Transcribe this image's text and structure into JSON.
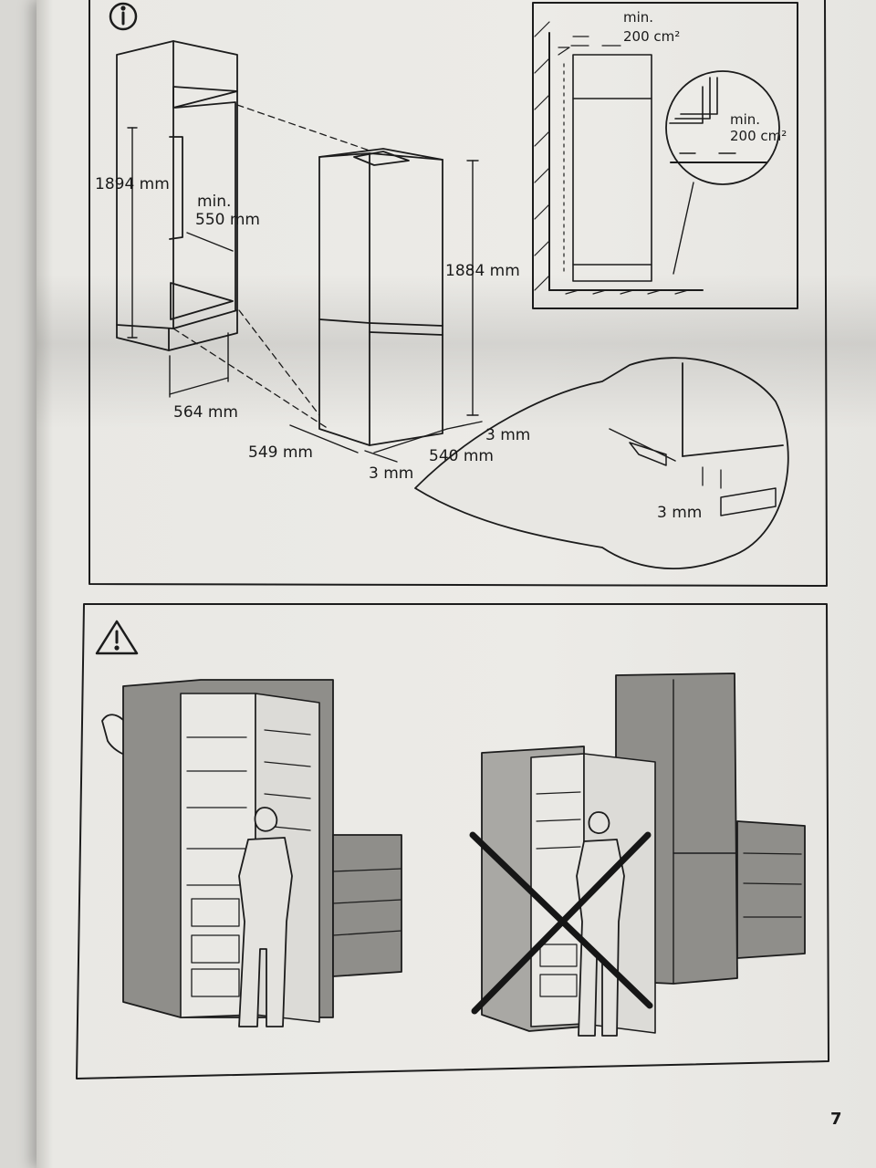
{
  "top_panel": {
    "info_icon": "info-icon",
    "niche": {
      "height": "1894 mm",
      "depth_min_line1": "min.",
      "depth_min_line2": "550 mm",
      "width": "564 mm"
    },
    "appliance": {
      "height": "1884 mm",
      "depth": "549 mm",
      "width": "540 mm",
      "gap_right": "3 mm",
      "gap_bottom": "3 mm"
    },
    "ventilation": {
      "top_line1": "min.",
      "top_line2": "200 cm²",
      "detail_line1": "min.",
      "detail_line2": "200 cm²"
    },
    "base_detail": {
      "gap": "3 mm"
    }
  },
  "bottom_panel": {
    "warning_icon": "warning-icon"
  },
  "page_number": "7"
}
